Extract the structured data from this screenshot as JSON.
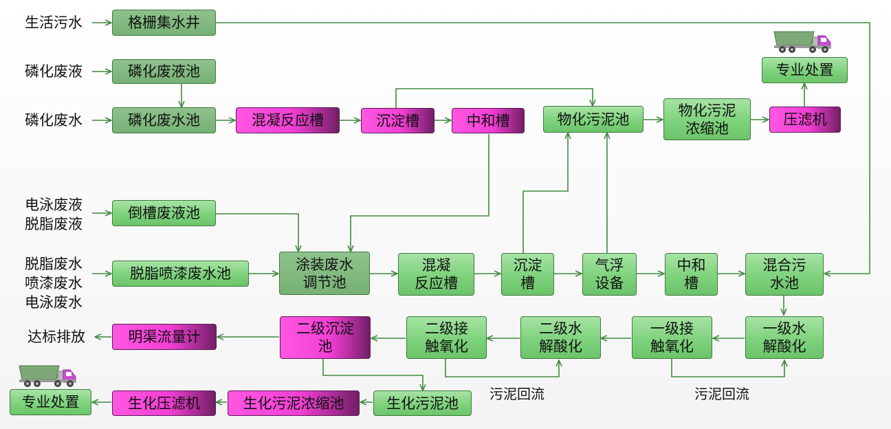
{
  "inputs": {
    "domestic_sewage": "生活污水",
    "phos_liquid": "磷化废液",
    "phos_water": "磷化废水",
    "edeg_liquid_1": "电泳废液",
    "edeg_liquid_2": "脱脂废液",
    "mix_water_1": "脱脂废水",
    "mix_water_2": "喷漆废水",
    "mix_water_3": "电泳废水",
    "discharge": "达标排放"
  },
  "boxes": {
    "grille_well": "格栅集水井",
    "phos_liquid_tank": "磷化废液池",
    "phos_water_tank": "磷化废水池",
    "coag_tank_1": "混凝反应槽",
    "sed_tank_1": "沉淀槽",
    "neutral_tank_1": "中和槽",
    "phys_sludge_tank": "物化污泥池",
    "phys_sludge_thick": "物化污泥\n浓缩池",
    "filter_press": "压滤机",
    "disposal_top": "专业处置",
    "tank_waste_liquid": "倒槽废液池",
    "degrease_spray_tank": "脱脂喷漆废水池",
    "paint_equal_tank": "涂装废水\n调节池",
    "coag_tank_2": "混凝\n反应槽",
    "sed_tank_2": "沉淀\n槽",
    "air_flot": "气浮\n设备",
    "neutral_tank_2": "中和\n槽",
    "mix_sewage_tank": "混合污\n水池",
    "hydro_1": "一级水\n解酸化",
    "contact_ox_1": "一级接\n触氧化",
    "hydro_2": "二级水\n解酸化",
    "contact_ox_2": "二级接\n触氧化",
    "sec_sed_tank": "二级沉淀\n池",
    "flow_meter": "明渠流量计",
    "bio_sludge_tank": "生化污泥池",
    "bio_sludge_thick": "生化污泥浓缩池",
    "bio_filter_press": "生化压滤机",
    "disposal_bottom": "专业处置"
  },
  "annotations": {
    "reflux_1": "污泥回流",
    "reflux_2": "污泥回流"
  },
  "colors": {
    "green_box": "#7ed27c",
    "magenta_box": "#f23fd5",
    "line": "#3f8a3e"
  },
  "icons": [
    "truck-icon"
  ]
}
